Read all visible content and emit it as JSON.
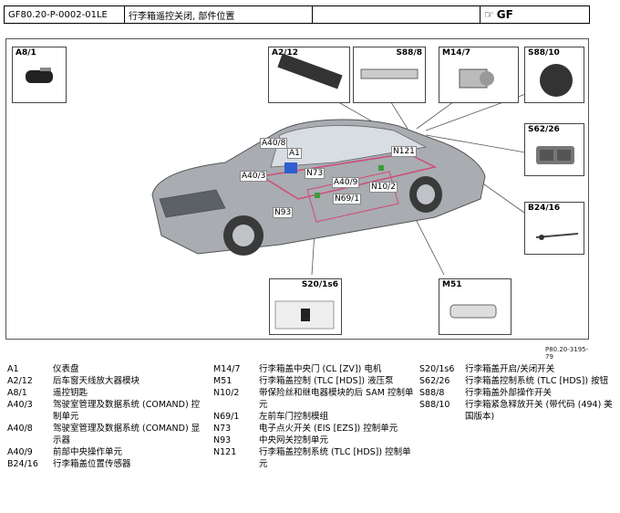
{
  "header": {
    "doc_id": "GF80.20-P-0002-01LE",
    "title": "行李箱遥控关闭, 部件位置",
    "empty": "",
    "badge": "GF"
  },
  "figure": {
    "ref": "P80.20-3195-79",
    "insets": {
      "a81": "A8/1",
      "a212": "A2/12",
      "s888": "S88/8",
      "m147": "M14/7",
      "s8810": "S88/10",
      "s6226": "S62/26",
      "b2416": "B24/16",
      "m51": "M51",
      "s201s6": "S20/1s6"
    },
    "callouts": {
      "a408": "A40/8",
      "a1": "A1",
      "a403": "A40/3",
      "n73": "N73",
      "a409": "A40/9",
      "n121": "N121",
      "n102": "N10/2",
      "n691": "N69/1",
      "n93": "N93"
    }
  },
  "legend": {
    "col1": [
      {
        "code": "A1",
        "desc": "仪表盘"
      },
      {
        "code": "A2/12",
        "desc": "后车窗天线放大器模块"
      },
      {
        "code": "A8/1",
        "desc": "遥控钥匙"
      },
      {
        "code": "A40/3",
        "desc": "驾驶室管理及数据系统 (COMAND) 控制单元"
      },
      {
        "code": "A40/8",
        "desc": "驾驶室管理及数据系统 (COMAND) 显示器"
      },
      {
        "code": "A40/9",
        "desc": "前部中央操作单元"
      },
      {
        "code": "B24/16",
        "desc": "行李箱盖位置传感器"
      }
    ],
    "col2": [
      {
        "code": "M14/7",
        "desc": "行李箱盖中央门 (CL [ZV]) 电机"
      },
      {
        "code": "M51",
        "desc": "行李箱盖控制 (TLC [HDS]) 液压泵"
      },
      {
        "code": "N10/2",
        "desc": "带保险丝和继电器模块的后 SAM 控制单元"
      },
      {
        "code": "N69/1",
        "desc": "左前车门控制模组"
      },
      {
        "code": "N73",
        "desc": "电子点火开关 (EIS [EZS]) 控制单元"
      },
      {
        "code": "N93",
        "desc": "中央网关控制单元"
      },
      {
        "code": "N121",
        "desc": "行李箱盖控制系统 (TLC [HDS]) 控制单元"
      }
    ],
    "col3": [
      {
        "code": "S20/1s6",
        "desc": "行李箱盖开启/关闭开关"
      },
      {
        "code": "S62/26",
        "desc": "行李箱盖控制系统 (TLC [HDS]) 按钮"
      },
      {
        "code": "S88/8",
        "desc": "行李箱盖外部操作开关"
      },
      {
        "code": "S88/10",
        "desc": "行李箱紧急释放开关 (带代码 (494) 美国版本)"
      }
    ]
  }
}
